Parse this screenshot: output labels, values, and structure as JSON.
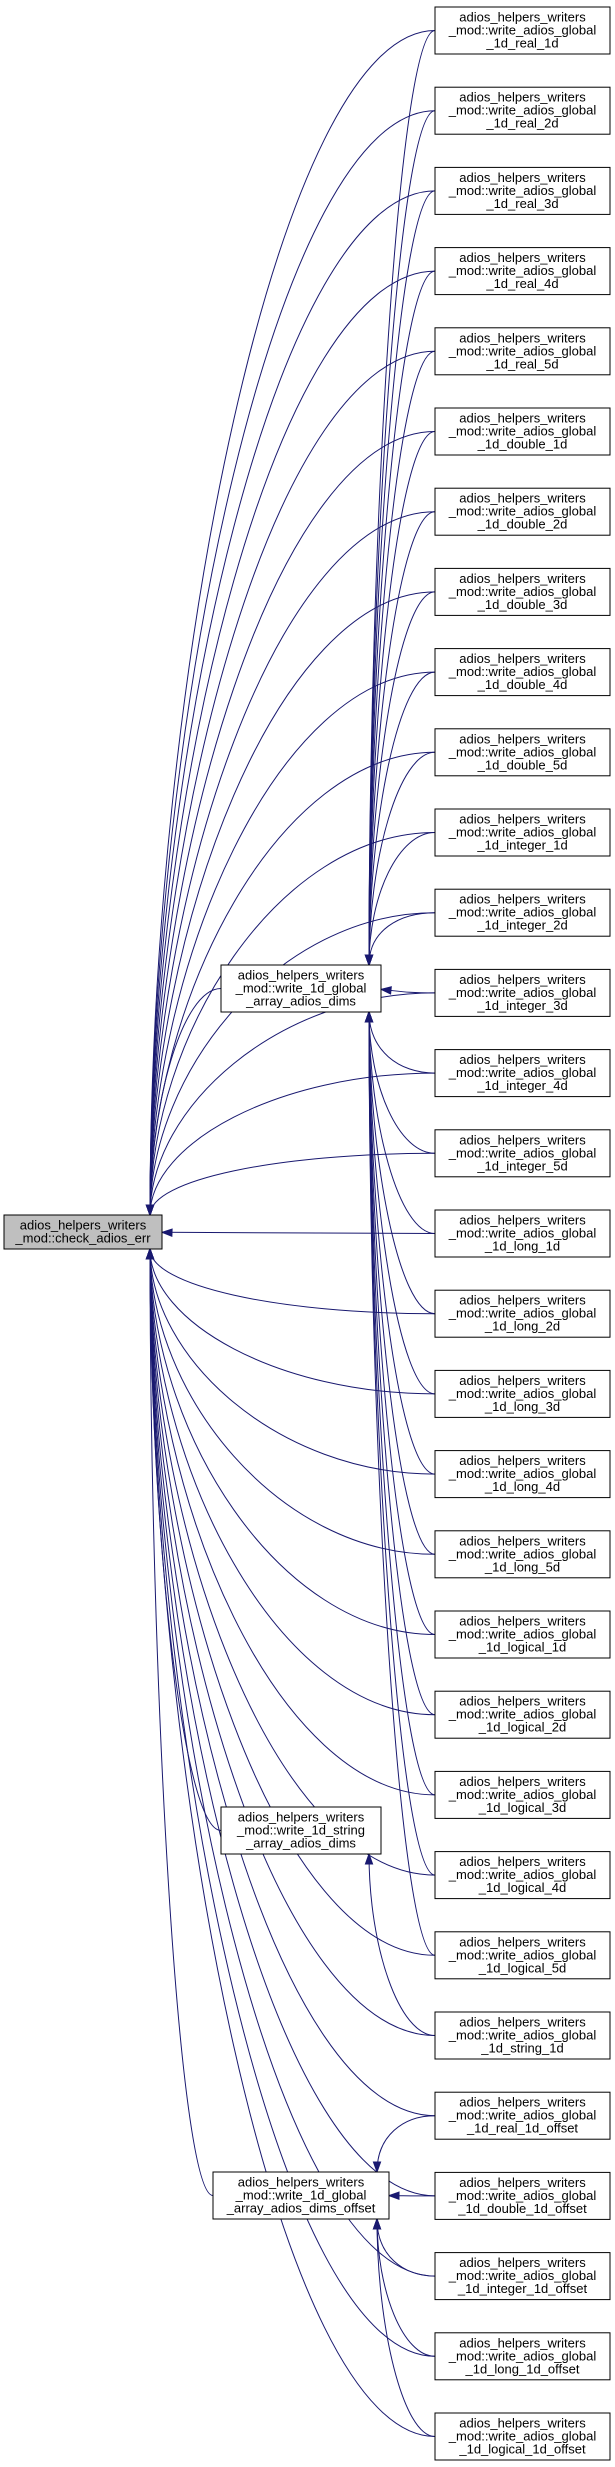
{
  "graph": {
    "edge_color": "#191970",
    "root_fill": "#bfbfbf",
    "nodes": [
      {
        "id": "check_adios_err",
        "lines": [
          "adios_helpers_writers",
          "_mod::check_adios_err"
        ]
      },
      {
        "id": "write_1d_global_array_adios_dims",
        "lines": [
          "adios_helpers_writers",
          "_mod::write_1d_global",
          "_array_adios_dims"
        ]
      },
      {
        "id": "write_1d_string_array_adios_dims",
        "lines": [
          "adios_helpers_writers",
          "_mod::write_1d_string",
          "_array_adios_dims"
        ]
      },
      {
        "id": "write_1d_global_array_adios_dims_offset",
        "lines": [
          "adios_helpers_writers",
          "_mod::write_1d_global",
          "_array_adios_dims_offset"
        ]
      },
      {
        "id": "real_1d",
        "lines": [
          "adios_helpers_writers",
          "_mod::write_adios_global",
          "_1d_real_1d"
        ]
      },
      {
        "id": "real_2d",
        "lines": [
          "adios_helpers_writers",
          "_mod::write_adios_global",
          "_1d_real_2d"
        ]
      },
      {
        "id": "real_3d",
        "lines": [
          "adios_helpers_writers",
          "_mod::write_adios_global",
          "_1d_real_3d"
        ]
      },
      {
        "id": "real_4d",
        "lines": [
          "adios_helpers_writers",
          "_mod::write_adios_global",
          "_1d_real_4d"
        ]
      },
      {
        "id": "real_5d",
        "lines": [
          "adios_helpers_writers",
          "_mod::write_adios_global",
          "_1d_real_5d"
        ]
      },
      {
        "id": "double_1d",
        "lines": [
          "adios_helpers_writers",
          "_mod::write_adios_global",
          "_1d_double_1d"
        ]
      },
      {
        "id": "double_2d",
        "lines": [
          "adios_helpers_writers",
          "_mod::write_adios_global",
          "_1d_double_2d"
        ]
      },
      {
        "id": "double_3d",
        "lines": [
          "adios_helpers_writers",
          "_mod::write_adios_global",
          "_1d_double_3d"
        ]
      },
      {
        "id": "double_4d",
        "lines": [
          "adios_helpers_writers",
          "_mod::write_adios_global",
          "_1d_double_4d"
        ]
      },
      {
        "id": "double_5d",
        "lines": [
          "adios_helpers_writers",
          "_mod::write_adios_global",
          "_1d_double_5d"
        ]
      },
      {
        "id": "integer_1d",
        "lines": [
          "adios_helpers_writers",
          "_mod::write_adios_global",
          "_1d_integer_1d"
        ]
      },
      {
        "id": "integer_2d",
        "lines": [
          "adios_helpers_writers",
          "_mod::write_adios_global",
          "_1d_integer_2d"
        ]
      },
      {
        "id": "integer_3d",
        "lines": [
          "adios_helpers_writers",
          "_mod::write_adios_global",
          "_1d_integer_3d"
        ]
      },
      {
        "id": "integer_4d",
        "lines": [
          "adios_helpers_writers",
          "_mod::write_adios_global",
          "_1d_integer_4d"
        ]
      },
      {
        "id": "integer_5d",
        "lines": [
          "adios_helpers_writers",
          "_mod::write_adios_global",
          "_1d_integer_5d"
        ]
      },
      {
        "id": "long_1d",
        "lines": [
          "adios_helpers_writers",
          "_mod::write_adios_global",
          "_1d_long_1d"
        ]
      },
      {
        "id": "long_2d",
        "lines": [
          "adios_helpers_writers",
          "_mod::write_adios_global",
          "_1d_long_2d"
        ]
      },
      {
        "id": "long_3d",
        "lines": [
          "adios_helpers_writers",
          "_mod::write_adios_global",
          "_1d_long_3d"
        ]
      },
      {
        "id": "long_4d",
        "lines": [
          "adios_helpers_writers",
          "_mod::write_adios_global",
          "_1d_long_4d"
        ]
      },
      {
        "id": "long_5d",
        "lines": [
          "adios_helpers_writers",
          "_mod::write_adios_global",
          "_1d_long_5d"
        ]
      },
      {
        "id": "logical_1d",
        "lines": [
          "adios_helpers_writers",
          "_mod::write_adios_global",
          "_1d_logical_1d"
        ]
      },
      {
        "id": "logical_2d",
        "lines": [
          "adios_helpers_writers",
          "_mod::write_adios_global",
          "_1d_logical_2d"
        ]
      },
      {
        "id": "logical_3d",
        "lines": [
          "adios_helpers_writers",
          "_mod::write_adios_global",
          "_1d_logical_3d"
        ]
      },
      {
        "id": "logical_4d",
        "lines": [
          "adios_helpers_writers",
          "_mod::write_adios_global",
          "_1d_logical_4d"
        ]
      },
      {
        "id": "logical_5d",
        "lines": [
          "adios_helpers_writers",
          "_mod::write_adios_global",
          "_1d_logical_5d"
        ]
      },
      {
        "id": "string_1d",
        "lines": [
          "adios_helpers_writers",
          "_mod::write_adios_global",
          "_1d_string_1d"
        ]
      },
      {
        "id": "real_1d_offset",
        "lines": [
          "adios_helpers_writers",
          "_mod::write_adios_global",
          "_1d_real_1d_offset"
        ]
      },
      {
        "id": "double_1d_offset",
        "lines": [
          "adios_helpers_writers",
          "_mod::write_adios_global",
          "_1d_double_1d_offset"
        ]
      },
      {
        "id": "integer_1d_offset",
        "lines": [
          "adios_helpers_writers",
          "_mod::write_adios_global",
          "_1d_integer_1d_offset"
        ]
      },
      {
        "id": "long_1d_offset",
        "lines": [
          "adios_helpers_writers",
          "_mod::write_adios_global",
          "_1d_long_1d_offset"
        ]
      },
      {
        "id": "logical_1d_offset",
        "lines": [
          "adios_helpers_writers",
          "_mod::write_adios_global",
          "_1d_logical_1d_offset"
        ]
      }
    ],
    "edges": [
      {
        "from": "real_1d",
        "to": "check_adios_err"
      },
      {
        "from": "real_2d",
        "to": "check_adios_err"
      },
      {
        "from": "real_3d",
        "to": "check_adios_err"
      },
      {
        "from": "real_4d",
        "to": "check_adios_err"
      },
      {
        "from": "real_5d",
        "to": "check_adios_err"
      },
      {
        "from": "double_1d",
        "to": "check_adios_err"
      },
      {
        "from": "double_2d",
        "to": "check_adios_err"
      },
      {
        "from": "double_3d",
        "to": "check_adios_err"
      },
      {
        "from": "double_4d",
        "to": "check_adios_err"
      },
      {
        "from": "double_5d",
        "to": "check_adios_err"
      },
      {
        "from": "integer_1d",
        "to": "check_adios_err"
      },
      {
        "from": "integer_2d",
        "to": "check_adios_err"
      },
      {
        "from": "integer_3d",
        "to": "check_adios_err"
      },
      {
        "from": "integer_4d",
        "to": "check_adios_err"
      },
      {
        "from": "integer_5d",
        "to": "check_adios_err"
      },
      {
        "from": "long_1d",
        "to": "check_adios_err"
      },
      {
        "from": "long_2d",
        "to": "check_adios_err"
      },
      {
        "from": "long_3d",
        "to": "check_adios_err"
      },
      {
        "from": "long_4d",
        "to": "check_adios_err"
      },
      {
        "from": "long_5d",
        "to": "check_adios_err"
      },
      {
        "from": "logical_1d",
        "to": "check_adios_err"
      },
      {
        "from": "logical_2d",
        "to": "check_adios_err"
      },
      {
        "from": "logical_3d",
        "to": "check_adios_err"
      },
      {
        "from": "logical_4d",
        "to": "check_adios_err"
      },
      {
        "from": "logical_5d",
        "to": "check_adios_err"
      },
      {
        "from": "string_1d",
        "to": "check_adios_err"
      },
      {
        "from": "real_1d_offset",
        "to": "check_adios_err"
      },
      {
        "from": "double_1d_offset",
        "to": "check_adios_err"
      },
      {
        "from": "integer_1d_offset",
        "to": "check_adios_err"
      },
      {
        "from": "long_1d_offset",
        "to": "check_adios_err"
      },
      {
        "from": "logical_1d_offset",
        "to": "check_adios_err"
      },
      {
        "from": "write_1d_global_array_adios_dims",
        "to": "check_adios_err"
      },
      {
        "from": "write_1d_string_array_adios_dims",
        "to": "check_adios_err"
      },
      {
        "from": "write_1d_global_array_adios_dims_offset",
        "to": "check_adios_err"
      },
      {
        "from": "real_1d",
        "to": "write_1d_global_array_adios_dims"
      },
      {
        "from": "real_2d",
        "to": "write_1d_global_array_adios_dims"
      },
      {
        "from": "real_3d",
        "to": "write_1d_global_array_adios_dims"
      },
      {
        "from": "real_4d",
        "to": "write_1d_global_array_adios_dims"
      },
      {
        "from": "real_5d",
        "to": "write_1d_global_array_adios_dims"
      },
      {
        "from": "double_1d",
        "to": "write_1d_global_array_adios_dims"
      },
      {
        "from": "double_2d",
        "to": "write_1d_global_array_adios_dims"
      },
      {
        "from": "double_3d",
        "to": "write_1d_global_array_adios_dims"
      },
      {
        "from": "double_4d",
        "to": "write_1d_global_array_adios_dims"
      },
      {
        "from": "double_5d",
        "to": "write_1d_global_array_adios_dims"
      },
      {
        "from": "integer_1d",
        "to": "write_1d_global_array_adios_dims"
      },
      {
        "from": "integer_2d",
        "to": "write_1d_global_array_adios_dims"
      },
      {
        "from": "integer_3d",
        "to": "write_1d_global_array_adios_dims"
      },
      {
        "from": "integer_4d",
        "to": "write_1d_global_array_adios_dims"
      },
      {
        "from": "integer_5d",
        "to": "write_1d_global_array_adios_dims"
      },
      {
        "from": "long_1d",
        "to": "write_1d_global_array_adios_dims"
      },
      {
        "from": "long_2d",
        "to": "write_1d_global_array_adios_dims"
      },
      {
        "from": "long_3d",
        "to": "write_1d_global_array_adios_dims"
      },
      {
        "from": "long_4d",
        "to": "write_1d_global_array_adios_dims"
      },
      {
        "from": "long_5d",
        "to": "write_1d_global_array_adios_dims"
      },
      {
        "from": "logical_1d",
        "to": "write_1d_global_array_adios_dims"
      },
      {
        "from": "logical_2d",
        "to": "write_1d_global_array_adios_dims"
      },
      {
        "from": "logical_3d",
        "to": "write_1d_global_array_adios_dims"
      },
      {
        "from": "logical_4d",
        "to": "write_1d_global_array_adios_dims"
      },
      {
        "from": "logical_5d",
        "to": "write_1d_global_array_adios_dims"
      },
      {
        "from": "string_1d",
        "to": "write_1d_string_array_adios_dims"
      },
      {
        "from": "real_1d_offset",
        "to": "write_1d_global_array_adios_dims_offset"
      },
      {
        "from": "double_1d_offset",
        "to": "write_1d_global_array_adios_dims_offset"
      },
      {
        "from": "integer_1d_offset",
        "to": "write_1d_global_array_adios_dims_offset"
      },
      {
        "from": "long_1d_offset",
        "to": "write_1d_global_array_adios_dims_offset"
      },
      {
        "from": "logical_1d_offset",
        "to": "write_1d_global_array_adios_dims_offset"
      }
    ]
  }
}
